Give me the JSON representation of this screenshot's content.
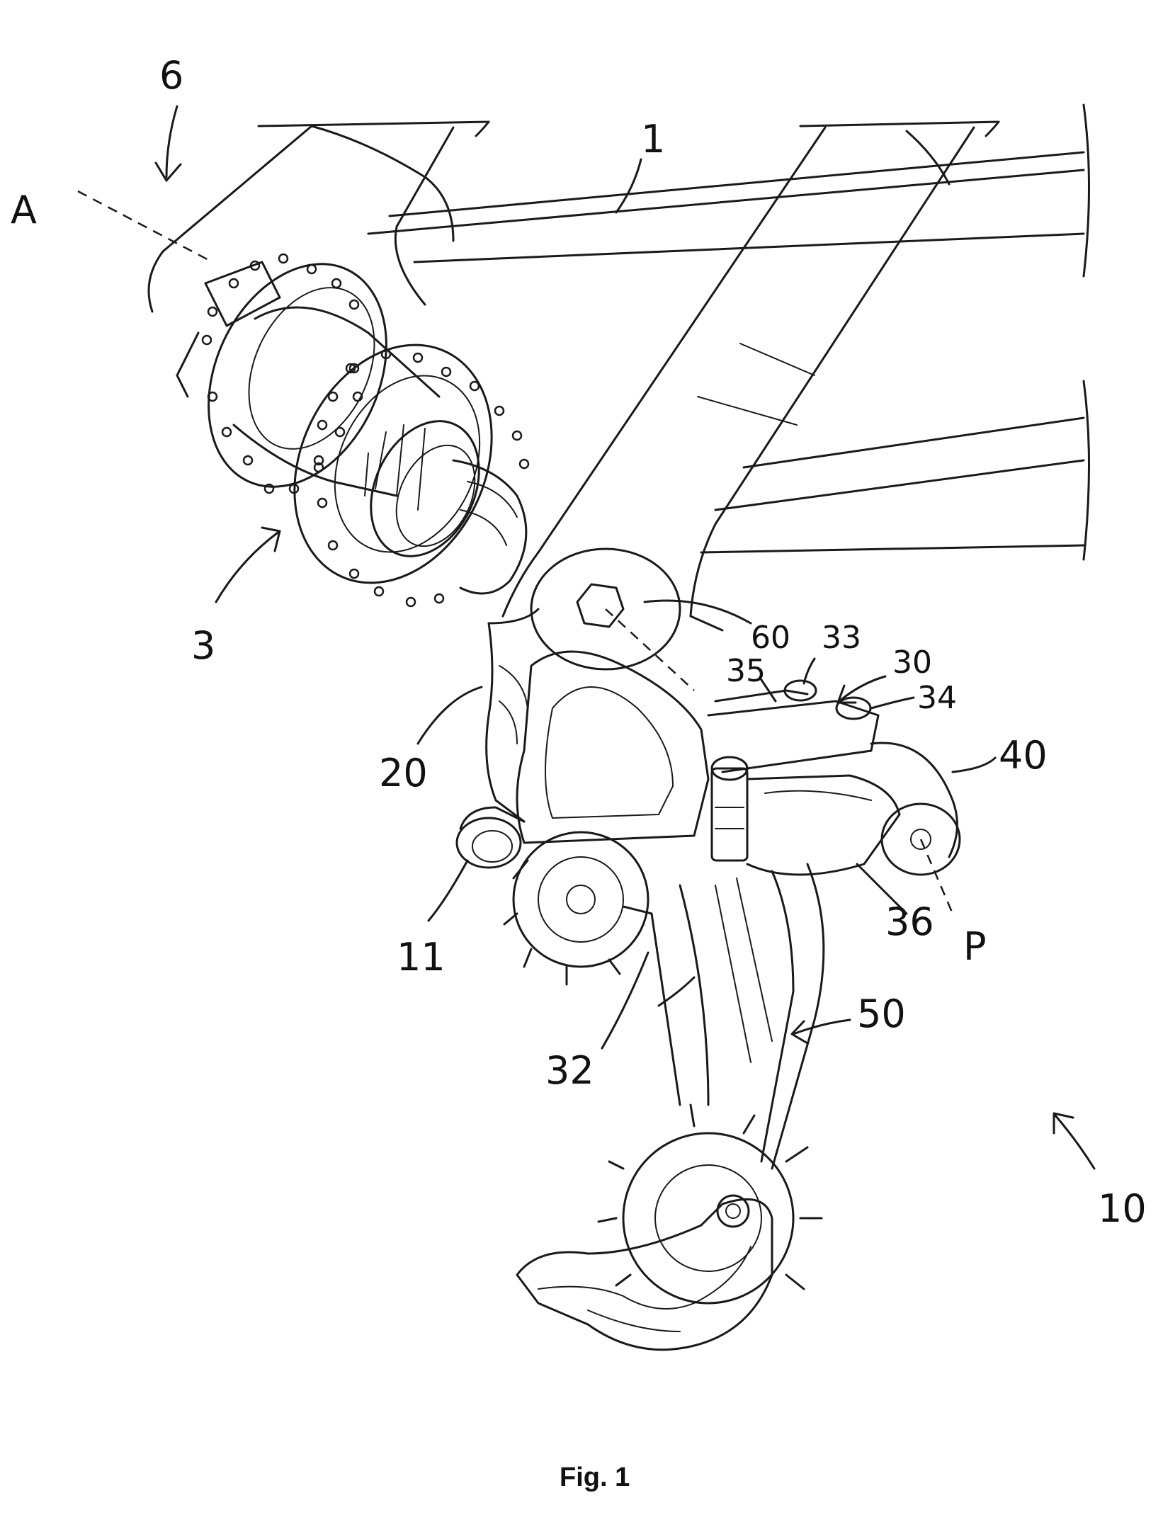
{
  "figure": {
    "caption": "Fig. 1"
  },
  "labels": {
    "l6": "6",
    "l1": "1",
    "lA": "A",
    "l3": "3",
    "l60": "60",
    "l33": "33",
    "l30": "30",
    "l35": "35",
    "l34": "34",
    "l40": "40",
    "l20": "20",
    "l11": "11",
    "l36": "36",
    "lP": "P",
    "l32": "32",
    "l50": "50",
    "l10": "10"
  }
}
